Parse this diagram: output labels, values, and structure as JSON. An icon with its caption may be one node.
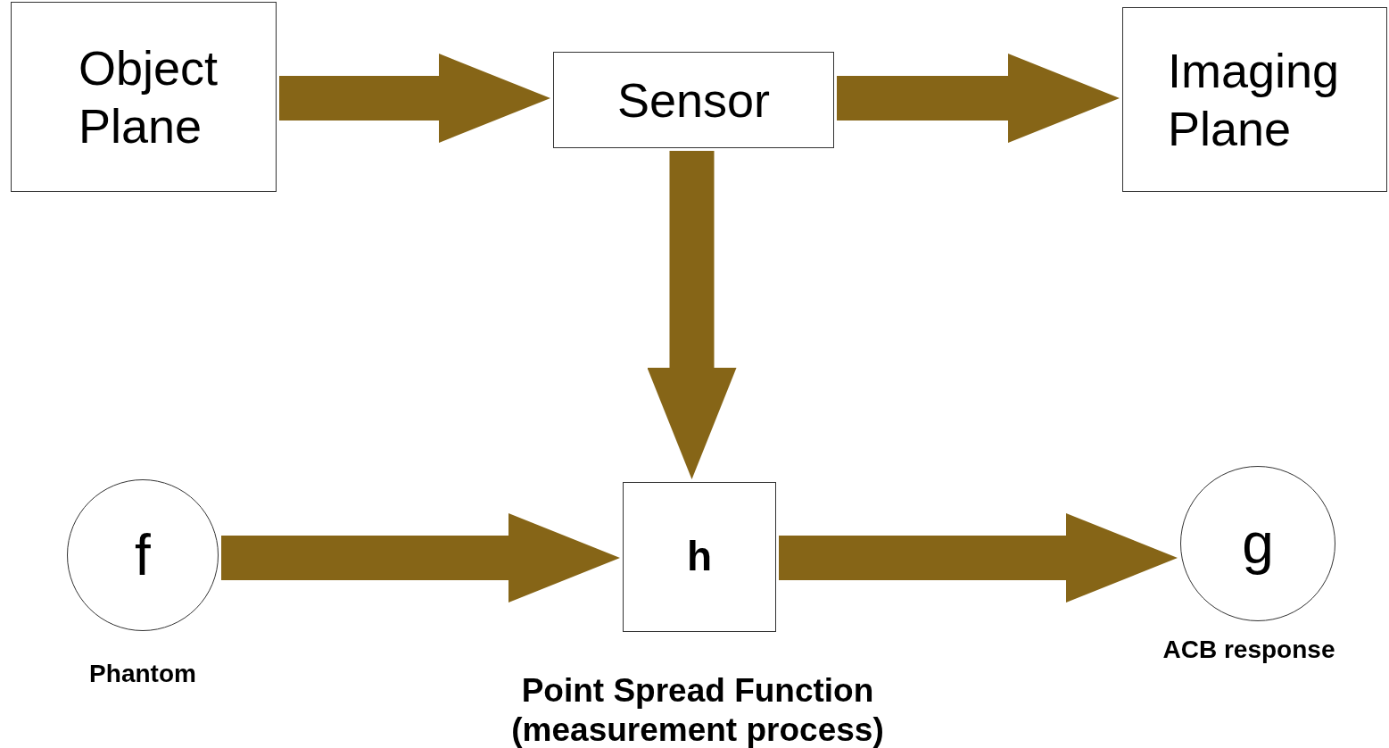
{
  "diagram": {
    "nodes": [
      {
        "text": [
          "Object Plane"
        ]
      },
      {
        "text": [
          "Sensor"
        ]
      },
      {
        "text": [
          "Imaging Plane"
        ]
      },
      {
        "text": [
          "f"
        ],
        "beside": [
          "Phantom"
        ]
      },
      {
        "text": [
          "h"
        ],
        "beside": [
          "Point Spread Function (measurement process)"
        ]
      },
      {
        "text": [
          "g"
        ],
        "beside": [
          "ACB response"
        ]
      }
    ],
    "edges": [
      {
        "from": 0,
        "to": 1,
        "arrow": "to"
      },
      {
        "from": 1,
        "to": 2,
        "arrow": "to"
      },
      {
        "from": 1,
        "to": 4,
        "arrow": "to"
      },
      {
        "from": 3,
        "to": 4,
        "arrow": "to"
      },
      {
        "from": 4,
        "to": 5,
        "arrow": "to"
      }
    ]
  }
}
